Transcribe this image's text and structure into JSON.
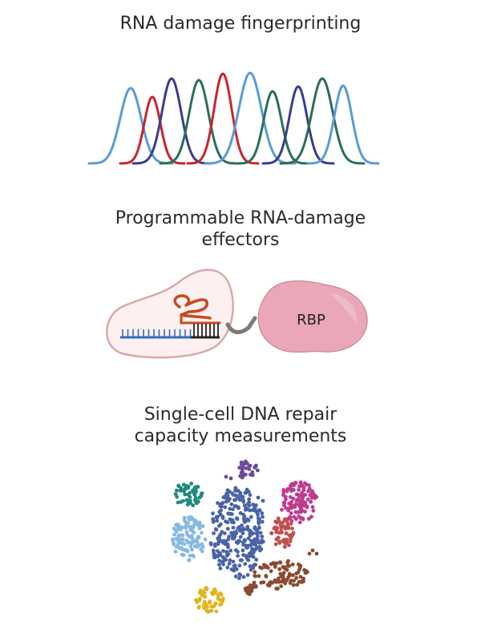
{
  "sections": [
    {
      "title": "RNA damage fingerprinting"
    },
    {
      "title": "Programmable RNA-damage\neffectors"
    },
    {
      "title": "Single-cell DNA repair\ncapacity measurements"
    }
  ],
  "effector": {
    "rbp_label": "RBP"
  },
  "colors": {
    "peak_light_blue": "#5b9bd5",
    "peak_red": "#c9252f",
    "peak_navy": "#3a3d8f",
    "peak_green": "#2e6e58",
    "blob_fill": "#fcf0f0",
    "blob_stroke": "#d9a9a9",
    "rbp_fill": "#eaa7b8",
    "guide_orange": "#c84a1c",
    "strand_blue": "#2f6fc1",
    "linker_gray": "#7a7a7a"
  },
  "clusters": [
    {
      "name": "purple",
      "color": "#6b4a9b"
    },
    {
      "name": "teal",
      "color": "#1f8a7d"
    },
    {
      "name": "magenta",
      "color": "#c03a8e"
    },
    {
      "name": "light-blue",
      "color": "#86b9e0"
    },
    {
      "name": "royal-blue",
      "color": "#4a63a8"
    },
    {
      "name": "red",
      "color": "#c0504d"
    },
    {
      "name": "brown",
      "color": "#8b4a32"
    },
    {
      "name": "yellow",
      "color": "#e0b51e"
    }
  ]
}
